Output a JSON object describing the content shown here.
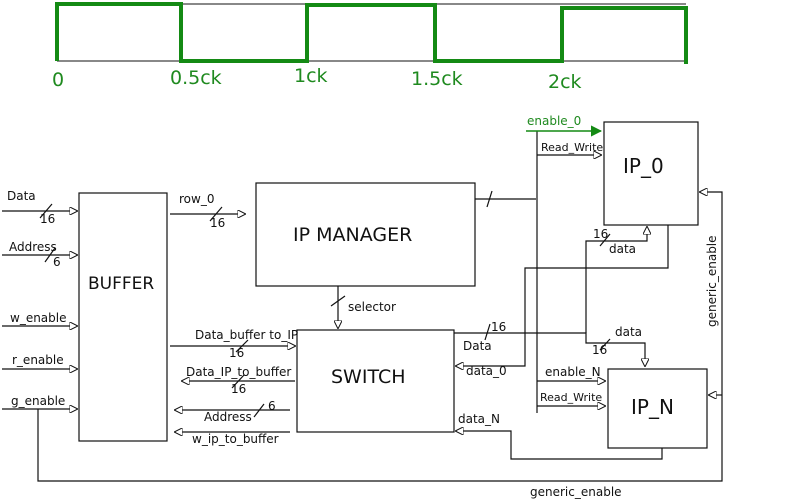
{
  "clock": {
    "color": "#148a14",
    "ticks": [
      "0",
      "0.5ck",
      "1ck",
      "1.5ck",
      "2ck"
    ]
  },
  "blocks": {
    "buffer": "BUFFER",
    "ip_manager": "IP MANAGER",
    "switch": "SWITCH",
    "ip_0": "IP_0",
    "ip_n": "IP_N"
  },
  "signals": {
    "data": "Data",
    "data_width": "16",
    "address": "Address",
    "address_width": "6",
    "w_enable": "w_enable",
    "r_enable": "r_enable",
    "g_enable": "g_enable",
    "row_0": "row_0",
    "row_0_width": "16",
    "selector": "selector",
    "data_buffer_to_ip": "Data_buffer to_IP",
    "data_buffer_to_ip_width": "16",
    "data_ip_to_buffer": "Data_IP_to_buffer",
    "data_ip_to_buffer_width": "16",
    "switch_address": "Address",
    "switch_address_width": "6",
    "w_ip_to_buffer": "w_ip_to_buffer",
    "enable_0": "enable_0",
    "read_write_0": "Read_Write",
    "ip0_data_width": "16",
    "ip0_data": "data",
    "switch_data_width": "16",
    "switch_data": "Data",
    "data_0": "data_0",
    "ipn_data": "data",
    "ipn_data_width": "16",
    "enable_n": "enable_N",
    "read_write_n": "Read_Write",
    "data_n": "data_N",
    "generic_enable_vertical": "generic_enable",
    "generic_enable_bottom": "generic_enable"
  }
}
